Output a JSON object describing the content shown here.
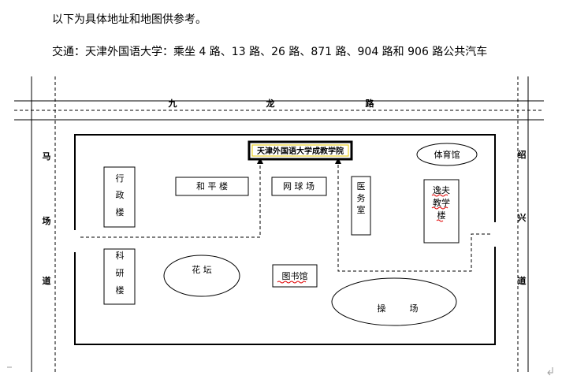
{
  "intro": "以下为具体地址和地图供参考。",
  "transport": "交通：天津外国语大学：乘坐 4 路、13 路、26 路、871 路、904 路和 906 路公共汽车",
  "roads": {
    "north": [
      "九",
      "龙",
      "路"
    ],
    "west": [
      "马",
      "场",
      "道"
    ],
    "east": [
      "绍",
      "兴",
      "道"
    ]
  },
  "buildings": {
    "destination": "天津外国语大学成教学院",
    "admin": [
      "行",
      "政",
      "楼"
    ],
    "heping": "和 平 楼",
    "tennis": "网 球 场",
    "clinic": [
      "医",
      "务",
      "室"
    ],
    "gym": "体育馆",
    "yifu": [
      "逸夫",
      "教学",
      "楼"
    ],
    "research": [
      "科",
      "研",
      "楼"
    ],
    "garden": "花 坛",
    "library": "图书馆",
    "playground_left": "操",
    "playground_right": "场"
  },
  "colors": {
    "destination_border": "#e8c800",
    "spellcheck_underline": "#e00000"
  }
}
